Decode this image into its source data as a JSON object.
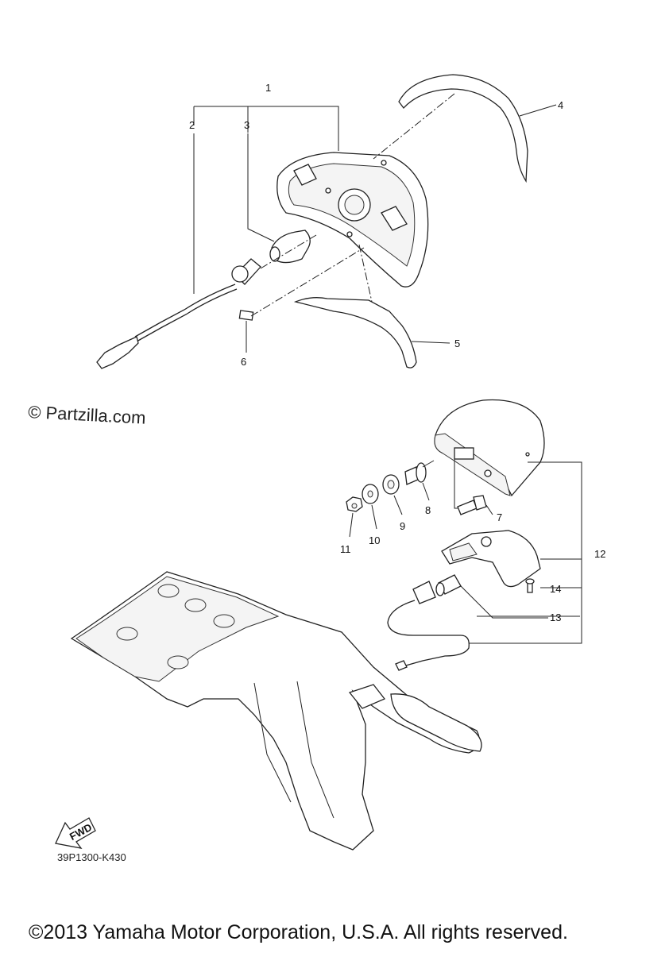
{
  "watermark": "© Partzilla.com",
  "diagram_code": "39P1300-K430",
  "fwd_label": "FWD",
  "copyright": "©2013 Yamaha Motor Corporation, U.S.A. All rights reserved.",
  "callouts": {
    "p1": "1",
    "p2": "2",
    "p3": "3",
    "p4": "4",
    "p5": "5",
    "p6": "6",
    "p7": "7",
    "p8": "8",
    "p9": "9",
    "p10": "10",
    "p11": "11",
    "p12": "12",
    "p13": "13",
    "p14": "14"
  }
}
